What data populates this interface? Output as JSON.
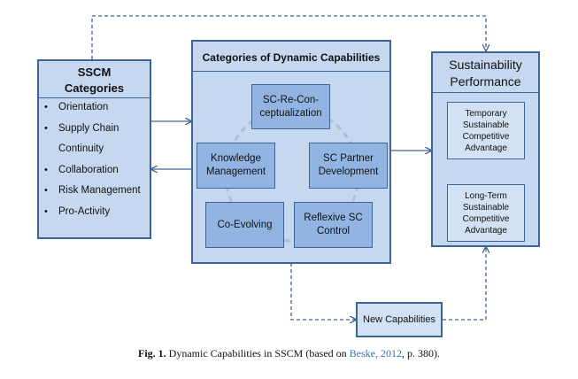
{
  "sscm": {
    "title_line1": "SSCM",
    "title_line2": "Categories",
    "items": [
      "Orientation",
      "Supply Chain",
      "Continuity",
      "Collaboration",
      "Risk Management",
      "Pro-Activity"
    ]
  },
  "dynamic": {
    "title": "Categories of Dynamic Capabilities",
    "boxes": {
      "reconceptualization": [
        "SC-Re-Con-",
        "ceptualization"
      ],
      "knowledge": [
        "Knowledge",
        "Management"
      ],
      "partner": [
        "SC Partner",
        "Development"
      ],
      "coevolving": [
        "Co-Evolving"
      ],
      "reflexive": [
        "Reflexive SC",
        "Control"
      ]
    }
  },
  "sustainability": {
    "title_line1": "Sustainability",
    "title_line2": "Performance",
    "temporary": [
      "Temporary",
      "Sustainable",
      "Competitive",
      "Advantage"
    ],
    "longterm": [
      "Long-Term",
      "Sustainable",
      "Competitive",
      "Advantage"
    ]
  },
  "new_capabilities": "New Capabilities",
  "caption": {
    "label": "Fig. 1.",
    "text_before": "Dynamic Capabilities in SSCM (based on",
    "cite": "Beske, 2012",
    "text_after": ", p. 380)."
  },
  "colors": {
    "border": "#3e6495",
    "panel_fill": "#c6d8ef",
    "box_fill": "#91b4e2",
    "box_fill_light": "#d2e1f4",
    "link": "#3a6db0"
  }
}
